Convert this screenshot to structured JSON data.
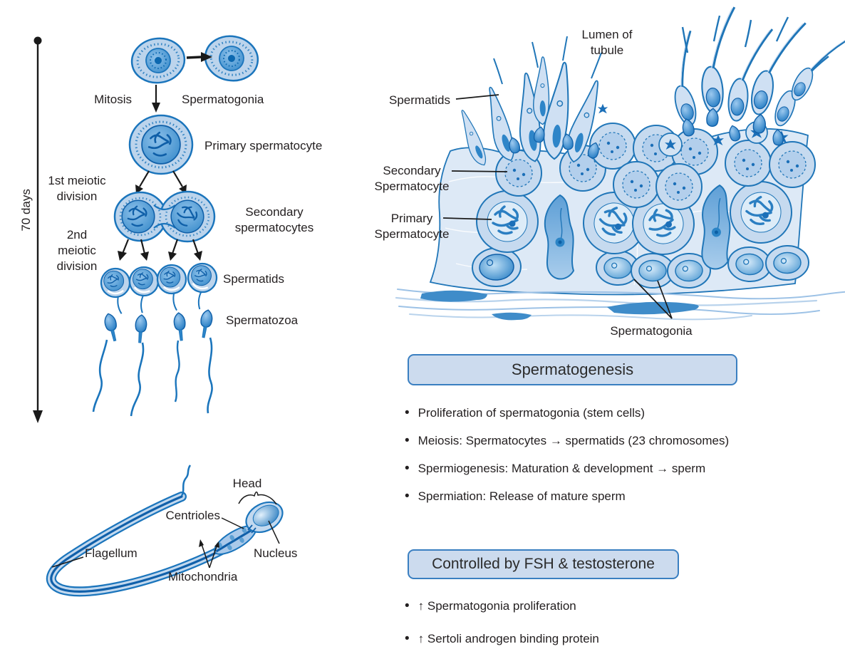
{
  "palette": {
    "outline_blue": "#1b75bc",
    "cell_fill": "#bcd4ec",
    "tissue_fill": "#dde9f6",
    "nucleus_mid": "#4a94cf",
    "nucleus_dark": "#0c68b0",
    "box_fill": "#ccdbee",
    "box_border": "#3a7fc1",
    "text_color": "#231f20",
    "arrow_black": "#1a1a1a"
  },
  "left_flow": {
    "timeline_label": "70 days",
    "mitosis_label": "Mitosis",
    "spermatogonia_label": "Spermatogonia",
    "primary_label": "Primary spermatocyte",
    "first_meiotic_label": "1st meiotic\ndivision",
    "secondary_label": "Secondary\nspermatocytes",
    "second_meiotic_label": "2nd\nmeiotic\ndivision",
    "spermatids_label": "Spermatids",
    "spermatozoa_label": "Spermatozoa"
  },
  "sperm_anatomy": {
    "head_label": "Head",
    "centrioles_label": "Centrioles",
    "nucleus_label": "Nucleus",
    "flagellum_label": "Flagellum",
    "mitochondria_label": "Mitochondria"
  },
  "tubule": {
    "lumen_label": "Lumen of\ntubule",
    "spermatids_label": "Spermatids",
    "secondary_label": "Secondary\nSpermatocyte",
    "primary_label": "Primary\nSpermatocyte",
    "spermatogonia_label": "Spermatogonia"
  },
  "spermatogenesis_box": {
    "title": "Spermatogenesis",
    "bullets": [
      "Proliferation of spermatogonia (stem cells)",
      "Meiosis: Spermatocytes → spermatids (23 chromosomes)",
      "Spermiogenesis: Maturation & development → sperm",
      "Spermiation: Release of mature sperm"
    ]
  },
  "control_box": {
    "title": "Controlled by FSH & testosterone",
    "bullets": [
      "↑ Spermatogonia proliferation",
      "↑ Sertoli androgen binding protein"
    ]
  }
}
